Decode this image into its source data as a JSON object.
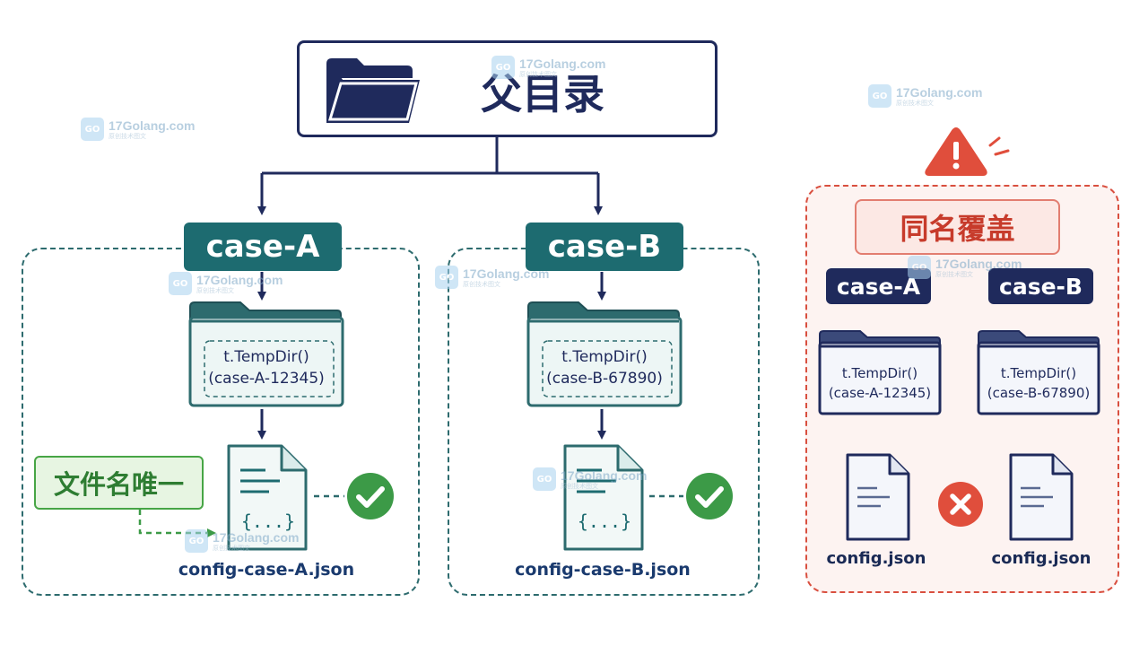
{
  "parent": {
    "title": "父目录"
  },
  "case_a": {
    "label": "case-A",
    "tempdir_call": "t.TempDir()",
    "tempdir_name": "(case-A-12345)",
    "file_braces": "{...}",
    "file_name": "config-case-A.json",
    "status": "ok"
  },
  "case_b": {
    "label": "case-B",
    "tempdir_call": "t.TempDir()",
    "tempdir_name": "(case-B-67890)",
    "file_braces": "{...}",
    "file_name": "config-case-B.json",
    "status": "ok"
  },
  "unique_label": "文件名唯一",
  "conflict": {
    "label": "同名覆盖",
    "case_a": {
      "label": "case-A",
      "tempdir_call": "t.TempDir()",
      "tempdir_name": "(case-A-12345)",
      "file_name": "config.json"
    },
    "case_b": {
      "label": "case-B",
      "tempdir_call": "t.TempDir()",
      "tempdir_name": "(case-B-67890)",
      "file_name": "config.json"
    },
    "status": "error"
  },
  "watermark": {
    "text": "17Golang.com",
    "sub": "原创技术图文"
  },
  "colors": {
    "navy": "#1f2a5c",
    "teal": "#1d6b70",
    "green": "#3c9a47",
    "red": "#d94f3f",
    "warning": "#e04e3c"
  },
  "icons": [
    "folder-icon",
    "warning-icon",
    "file-icon",
    "check-icon",
    "cross-icon"
  ]
}
